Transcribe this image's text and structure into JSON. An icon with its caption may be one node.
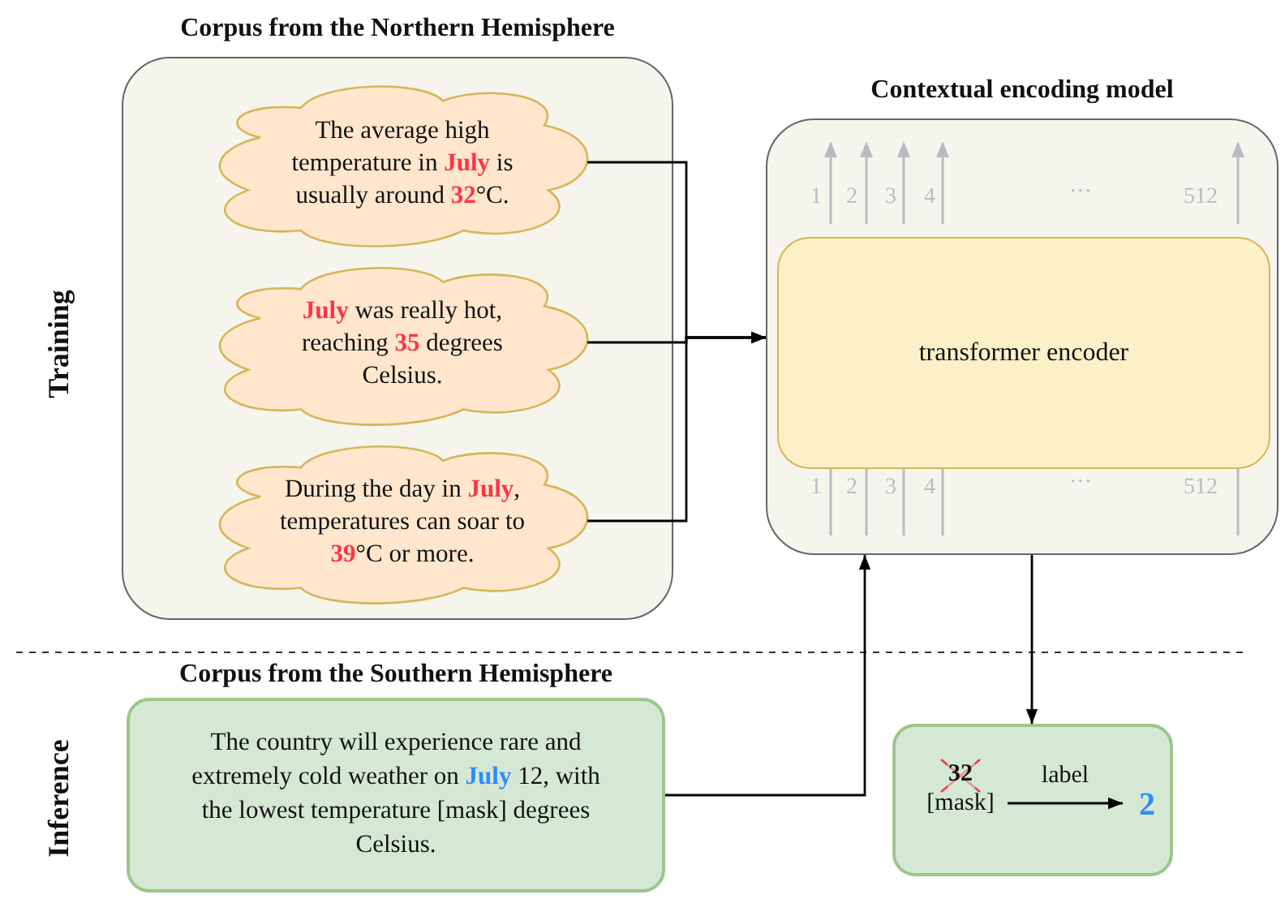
{
  "diagram": {
    "nodes": [
      {
        "text": [
          "Corpus from the Northern Hemisphere"
        ]
      },
      {
        "text": [
          "The average high temperature in **July** is usually around **32**°C."
        ],
        "in": 0
      },
      {
        "text": [
          "**July** was really hot, reaching **35** degrees Celsius."
        ],
        "in": 0
      },
      {
        "text": [
          "During the day in **July**, temperatures can soar to **39**°C or more."
        ],
        "in": 0
      },
      {
        "text": [
          "Contextual encoding model"
        ]
      },
      {
        "text": [
          "transformer encoder"
        ],
        "in": 4
      },
      {
        "text": [
          "Corpus from the Southern Hemisphere",
          "The country will experience rare and extremely cold weather on **July** 12, with the lowest temperature [mask] degrees Celsius."
        ]
      },
      {
        "text": [],
        "shape": "box"
      },
      {
        "text": [
          "32",
          "[mask]"
        ],
        "in": 7
      },
      {
        "text": [
          "2"
        ],
        "in": 7
      }
    ],
    "edges": [
      {
        "from": 1,
        "to": 4,
        "arrow": "to"
      },
      {
        "from": 2,
        "to": 4,
        "arrow": "to"
      },
      {
        "from": 3,
        "to": 4,
        "arrow": "to"
      },
      {
        "from": 6,
        "to": 4,
        "arrow": "to"
      },
      {
        "from": 4,
        "to": 7,
        "arrow": "to"
      },
      {
        "from": 8,
        "to": 9,
        "arrow": "to",
        "label": "label"
      }
    ],
    "labels": [
      "Training",
      "Inference",
      "1",
      "2",
      "3",
      "4",
      "···",
      "512",
      "1",
      "2",
      "3",
      "4",
      "···",
      "512"
    ]
  }
}
